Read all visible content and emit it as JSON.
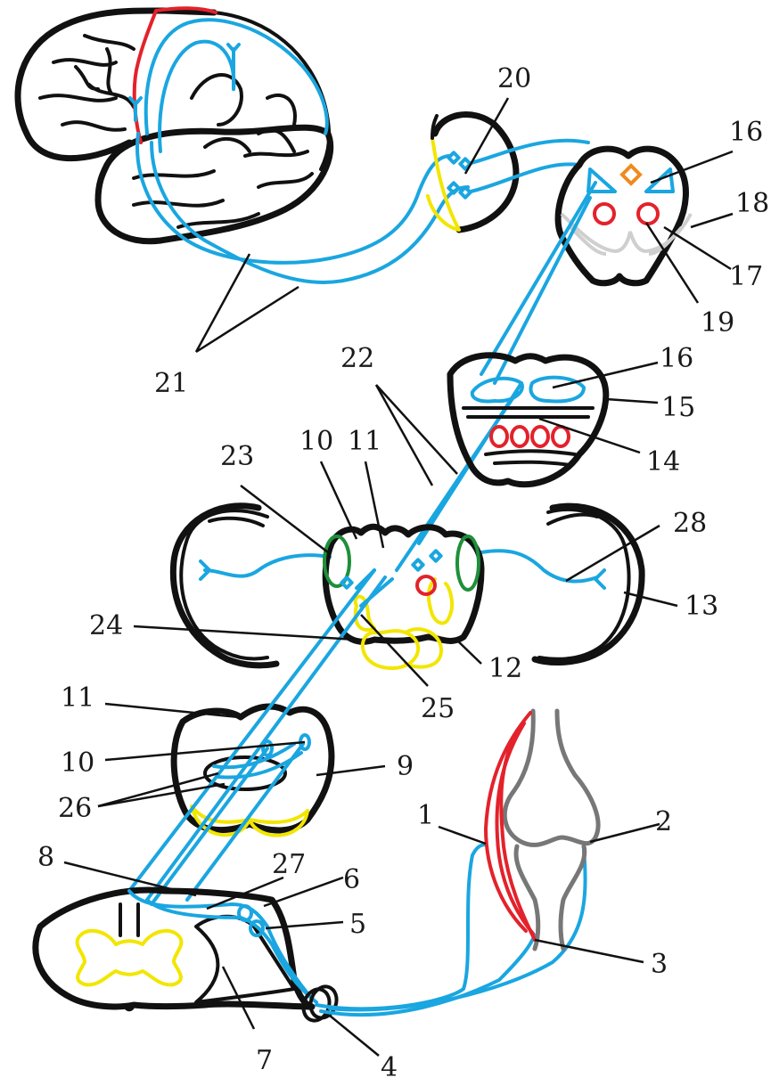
{
  "labels": [
    "1",
    "2",
    "3",
    "4",
    "5",
    "6",
    "7",
    "8",
    "9",
    "10",
    "11",
    "12",
    "13",
    "14",
    "15",
    "16",
    "17",
    "18",
    "19",
    "20",
    "21",
    "22",
    "23",
    "24",
    "25",
    "26",
    "27",
    "28"
  ],
  "colors": {
    "pathway": "#1aa6e0",
    "outline": "#111111",
    "nucleus_yellow": "#f2e600",
    "red": "#e3222b",
    "green": "#1f8f3a",
    "orange": "#f08a1c",
    "joint_gray": "#777777"
  }
}
